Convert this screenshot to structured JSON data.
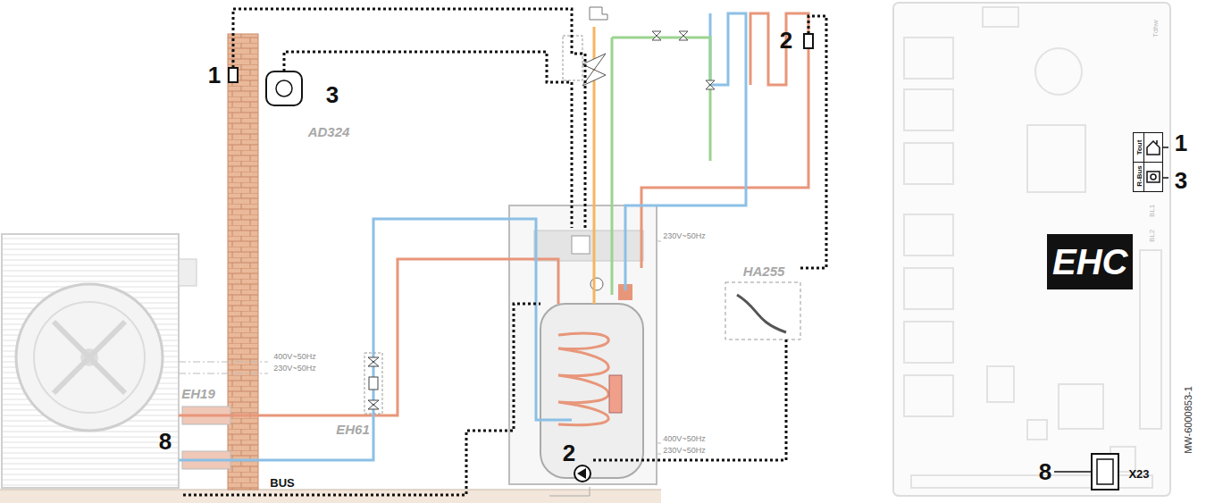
{
  "diagram": {
    "nodes": [
      {
        "text": [
          "Tout"
        ]
      },
      {
        "text": [
          "R-Bus"
        ]
      },
      {
        "text": [
          "EHC"
        ]
      }
    ],
    "labels": [
      "1",
      "3",
      "AD324",
      "2",
      "2",
      "8",
      "EH19",
      "EH61",
      "HA255",
      "BUS",
      "400V~50Hz",
      "230V~50Hz",
      "230V~50Hz",
      "400V~50Hz",
      "230V~50Hz",
      "Tdhw",
      "BL1",
      "BL2",
      "1",
      "3",
      "8",
      "X23",
      "MW-6000853-1"
    ]
  }
}
